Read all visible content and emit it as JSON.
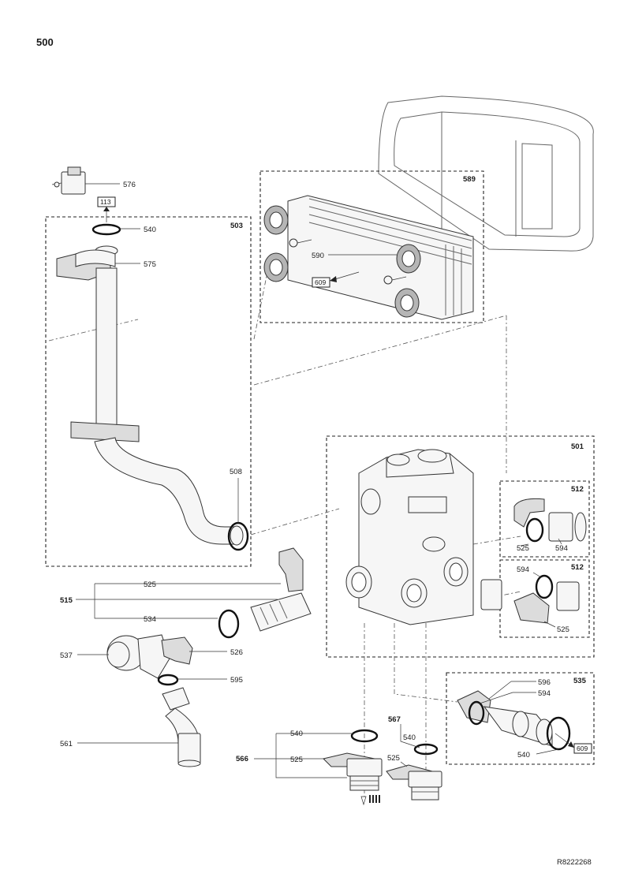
{
  "diagram": {
    "title": "500",
    "reference": "R8222268",
    "groups": {
      "g503": "503",
      "g589": "589",
      "g501": "501",
      "g512a": "512",
      "g512b": "512",
      "g515": "515",
      "g535": "535",
      "g566": "566",
      "g567": "567"
    },
    "parts": {
      "p576": "576",
      "p540_top": "540",
      "p575": "575",
      "p508": "508",
      "p590": "590",
      "p525_515": "525",
      "p534": "534",
      "p537": "537",
      "p526": "526",
      "p595": "595",
      "p561": "561",
      "p525_512a": "525",
      "p594_512a": "594",
      "p594_512b": "594",
      "p525_512b": "525",
      "p596": "596",
      "p594_535": "594",
      "p540_535": "540",
      "p540_566": "540",
      "p525_566": "525",
      "p540_567": "540",
      "p525_567": "525"
    },
    "refs": {
      "r113": "113",
      "r609_top": "609",
      "r609_535": "609"
    }
  }
}
